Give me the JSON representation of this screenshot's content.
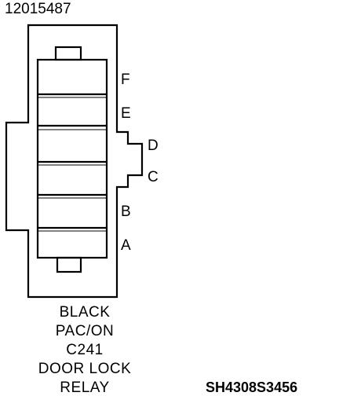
{
  "part_number": "12015487",
  "pins": [
    "F",
    "E",
    "D",
    "C",
    "B",
    "A"
  ],
  "caption_lines": [
    "BLACK",
    "PAC/ON",
    "C241",
    "DOOR LOCK",
    "RELAY"
  ],
  "reference": "SH4308S3456",
  "colors": {
    "line": "#000000",
    "background": "#ffffff"
  }
}
